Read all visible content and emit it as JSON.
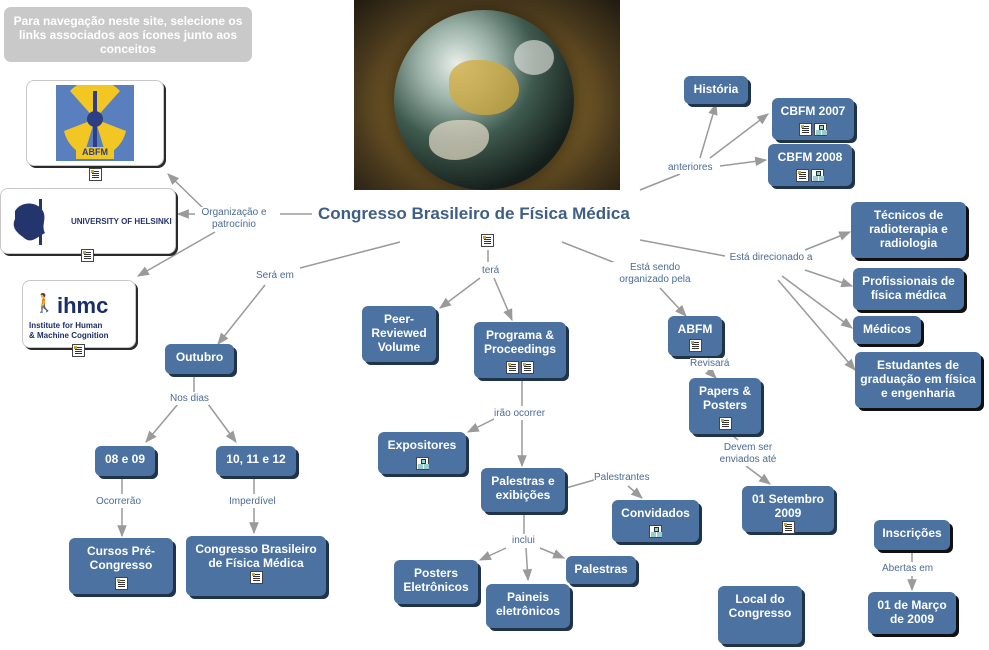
{
  "hint": "Para navegação neste site, selecione os links associados aos ícones junto aos conceitos",
  "title": "Congresso Brasileiro de Física Médica",
  "logos": {
    "abfm": "ABFM",
    "helsinki": "UNIVERSITY OF HELSINKI",
    "ihmc_main": "ihmc",
    "ihmc_sub1": "Institute for Human",
    "ihmc_sub2": "& Machine Cognition"
  },
  "nodes": {
    "historia": "História",
    "cbfm2007": "CBFM 2007",
    "cbfm2008": "CBFM 2008",
    "tecnicos": "Técnicos de radioterapia e radiologia",
    "profissionais": "Profissionais de física médica",
    "medicos": "Médicos",
    "estudantes": "Estudantes de graduação em física e engenharia",
    "outubro": "Outubro",
    "dias0809": "08 e 09",
    "dias101112": "10, 11 e 12",
    "cursos": "Cursos Pré-Congresso",
    "congresso2": "Congresso Brasileiro de Física Médica",
    "peer": "Peer-Reviewed Volume",
    "programa": "Programa & Proceedings",
    "expositores": "Expositores",
    "palestras_exib": "Palestras e exibições",
    "convidados": "Convidados",
    "posters_eletr": "Posters Eletrônicos",
    "palestras": "Palestras",
    "paineis": "Paineis eletrônicos",
    "abfm": "ABFM",
    "papers": "Papers & Posters",
    "setembro": "01 Setembro 2009",
    "local": "Local do Congresso",
    "inscricoes": "Inscrições",
    "marco": "01 de Março de 2009"
  },
  "labels": {
    "org": "Organização e patrocínio",
    "sera_em": "Será em",
    "tera": "terá",
    "sendo_org": "Está sendo organizado pela",
    "direcionado": "Está direcionado a",
    "anteriores": "anteriores",
    "nos_dias": "Nos dias",
    "ocorrerao": "Ocorrerão",
    "imperdivel": "Imperdível",
    "irao_ocorrer": "irão ocorrer",
    "palestrantes": "Palestrantes",
    "inclui": "inclui",
    "revisara": "Revisará",
    "devem_ser": "Devem ser enviados até",
    "abertas_em": "Abertas em"
  },
  "icons": {
    "document": "document-icon",
    "concept_map": "concept-map-icon"
  },
  "colors": {
    "node": "#4b72a1",
    "title": "#3f5e87",
    "label": "#4a6b94",
    "line": "#9a9a9a"
  }
}
